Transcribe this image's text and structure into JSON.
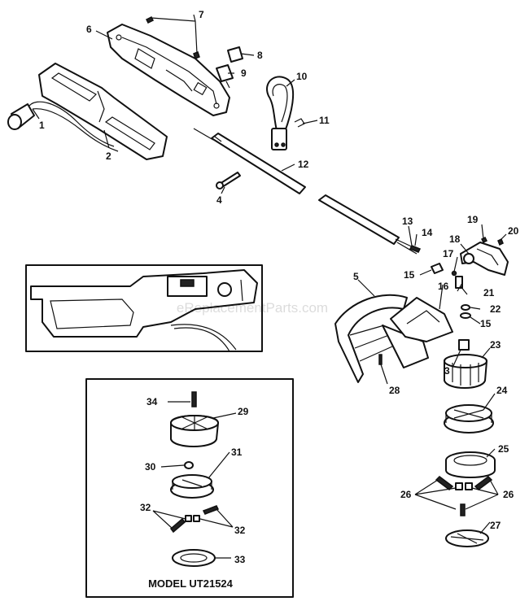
{
  "diagram": {
    "watermark": "eReplacementParts.com",
    "model_label": "MODEL UT21524",
    "callouts": [
      "1",
      "2",
      "3",
      "4",
      "5",
      "6",
      "7",
      "8",
      "9",
      "10",
      "11",
      "12",
      "13",
      "14",
      "15",
      "15",
      "16",
      "17",
      "18",
      "19",
      "20",
      "21",
      "22",
      "23",
      "24",
      "25",
      "26",
      "26",
      "27",
      "28",
      "29",
      "30",
      "31",
      "32",
      "32",
      "33",
      "34"
    ]
  }
}
